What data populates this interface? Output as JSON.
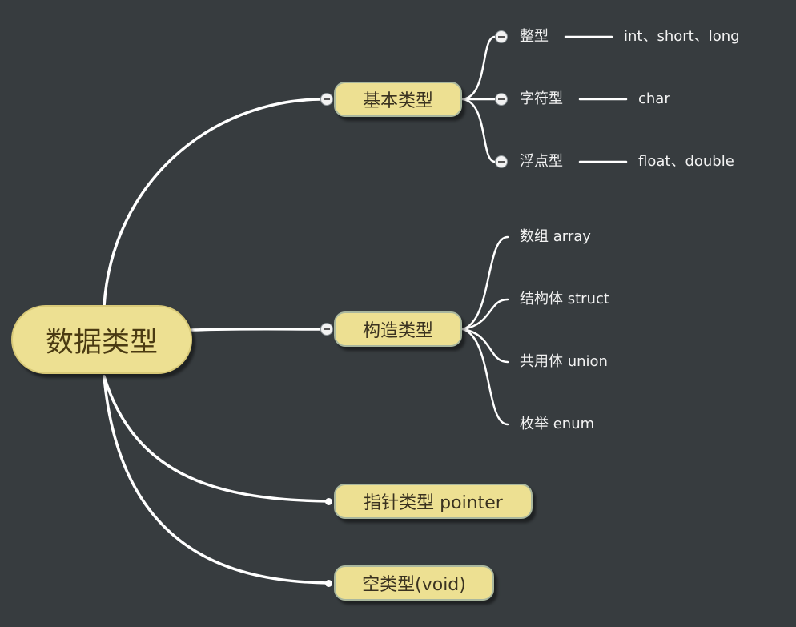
{
  "root": {
    "label": "数据类型"
  },
  "branches": {
    "basic": {
      "label": "基本类型",
      "children": [
        {
          "label": "整型",
          "detail": "int、short、long"
        },
        {
          "label": "字符型",
          "detail": "char"
        },
        {
          "label": "浮点型",
          "detail": "float、double"
        }
      ]
    },
    "constructed": {
      "label": "构造类型",
      "children": [
        {
          "label": "数组 array"
        },
        {
          "label": "结构体 struct"
        },
        {
          "label": "共用体 union"
        },
        {
          "label": "枚举 enum"
        }
      ]
    },
    "pointer": {
      "label": "指针类型 pointer"
    },
    "void": {
      "label": "空类型(void)"
    }
  },
  "colors": {
    "background": "#373c3f",
    "node_fill": "#ede092",
    "node_border": "#a9b79e",
    "line": "#ffffff",
    "leaf_text": "#f3f3f3"
  }
}
